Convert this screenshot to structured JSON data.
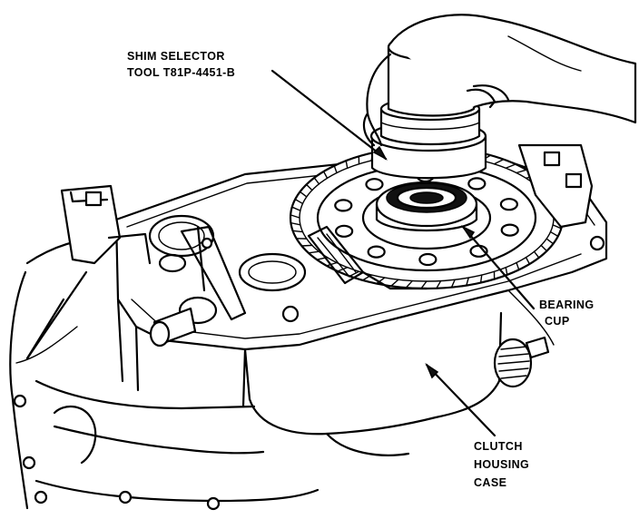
{
  "callouts": {
    "shim_selector": {
      "line1": "SHIM SELECTOR",
      "line2": "TOOL T81P-4451-B"
    },
    "bearing_cup": {
      "line1": "BEARING",
      "line2": "CUP"
    },
    "clutch_housing": {
      "line1": "CLUTCH",
      "line2": "HOUSING",
      "line3": "CASE"
    }
  }
}
